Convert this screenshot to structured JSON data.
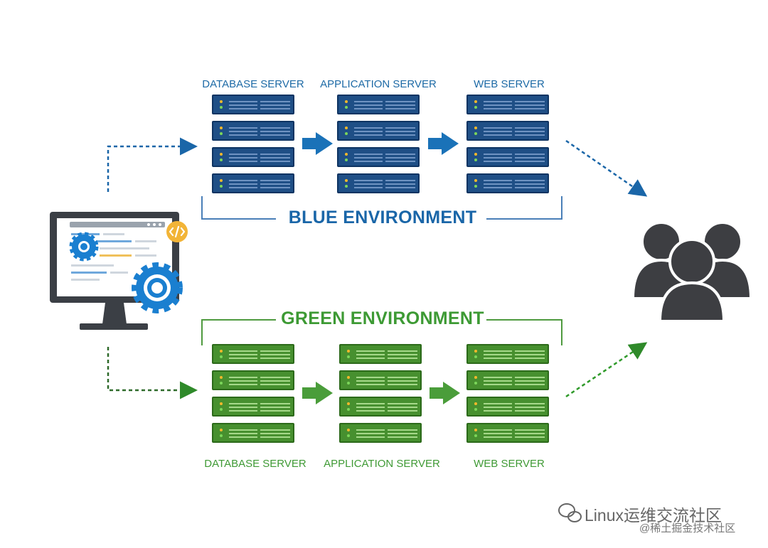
{
  "blue_env": {
    "title": "BLUE ENVIRONMENT",
    "servers": [
      "DATABASE SERVER",
      "APPLICATION SERVER",
      "WEB SERVER"
    ],
    "color": "#1a66a8"
  },
  "green_env": {
    "title": "GREEN ENVIRONMENT",
    "servers": [
      "DATABASE SERVER",
      "APPLICATION SERVER",
      "WEB SERVER"
    ],
    "color": "#3d9a34"
  },
  "icons": {
    "developer": "monitor-with-gears-icon",
    "code_badge": "code-icon",
    "users": "users-group-icon",
    "wechat": "wechat-icon"
  },
  "watermark": {
    "main": "Linux运维交流社区",
    "sub": "@稀土掘金技术社区"
  }
}
